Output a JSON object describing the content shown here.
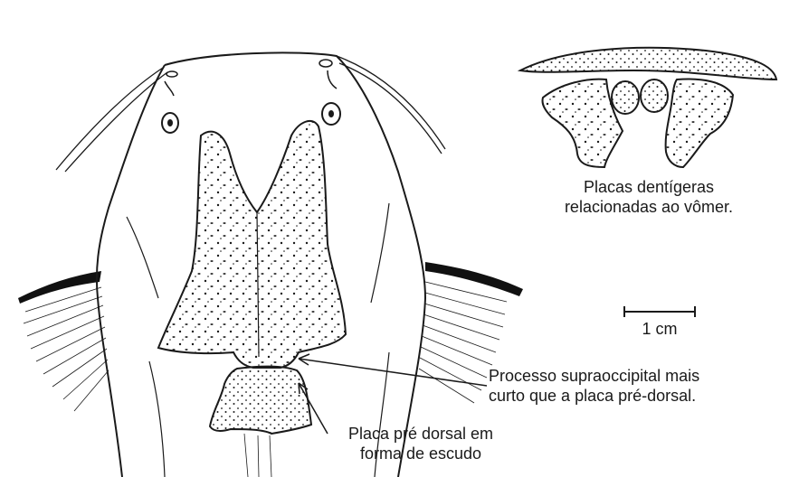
{
  "labels": {
    "vomer_plates_line1": "Placas dentígeras",
    "vomer_plates_line2": "relacionadas ao vômer.",
    "scale_text": "1 cm",
    "process_line1": "Processo supraoccipital mais",
    "process_line2": "curto que a placa pré-dorsal.",
    "plate_line1": "Placa pré dorsal em",
    "plate_line2": "forma de escudo"
  },
  "colors": {
    "ink": "#1a1a1a",
    "background": "#ffffff"
  }
}
